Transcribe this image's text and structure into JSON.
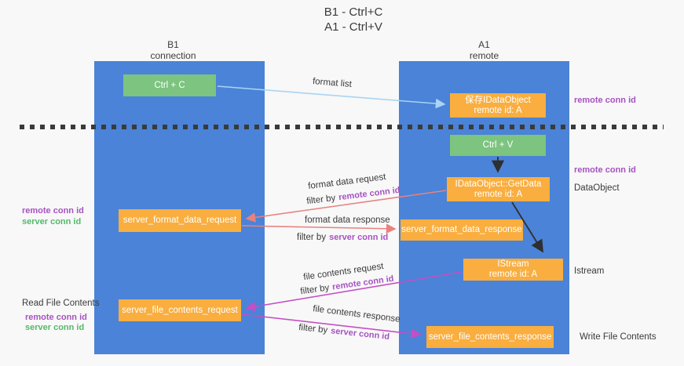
{
  "title": {
    "line1": "B1 - Ctrl+C",
    "line2": "A1 - Ctrl+V"
  },
  "lifelines": {
    "left": {
      "title": "B1",
      "subtitle": "connection"
    },
    "right": {
      "title": "A1",
      "subtitle": "remote"
    }
  },
  "nodes": {
    "ctrl_c": {
      "label": "Ctrl + C"
    },
    "save_dataobject": {
      "line1": "保存IDataObject",
      "line2": "remote id: A"
    },
    "ctrl_v": {
      "label": "Ctrl + V"
    },
    "getdata": {
      "line1": "IDataObject::GetData",
      "line2": "remote id: A"
    },
    "format_request": {
      "label": "server_format_data_request"
    },
    "format_response": {
      "label": "server_format_data_response"
    },
    "istream": {
      "line1": "IStream",
      "line2": "remote id: A"
    },
    "file_request": {
      "label": "server_file_contents_request"
    },
    "file_response": {
      "label": "server_file_contents_response"
    }
  },
  "edge_labels": {
    "format_list": "format list",
    "format_data_request": "format data request",
    "format_data_response": "format data response",
    "file_contents_request": "file contents request",
    "file_contents_response": "file contents response",
    "filter_by": "filter by",
    "remote_conn_id": "remote conn id",
    "server_conn_id": "server conn id"
  },
  "annotations": {
    "right_top_remote_conn": "remote conn id",
    "right_mid_remote_conn": "remote conn id",
    "dataobject": "DataObject",
    "istream": "Istream",
    "write_file_contents": "Write File Contents",
    "left_mid_remote_conn": "remote conn id",
    "left_mid_server_conn": "server conn id",
    "read_file_contents": "Read File Contents",
    "left_bottom_remote_conn": "remote conn id",
    "left_bottom_server_conn": "server conn id"
  },
  "colors": {
    "lifeline_blue": "#4a83d7",
    "node_green": "#7cc47f",
    "node_orange": "#f9ae3f",
    "purple_text": "#a653c1",
    "green_text": "#53b96a",
    "arrow_blue": "#a9d4f3",
    "arrow_salmon": "#e8827f",
    "arrow_magenta": "#c44fc4",
    "arrow_black": "#2f2f2f",
    "background": "#f8f8f8"
  }
}
